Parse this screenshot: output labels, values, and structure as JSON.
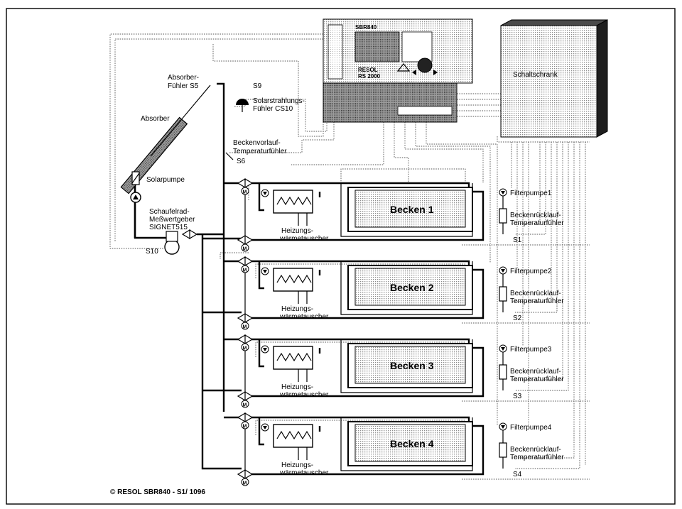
{
  "controller": {
    "model_top": "SBR840",
    "brand": "RESOL",
    "model_bottom": "RS 2000"
  },
  "cabinet_label": "Schaltschrank",
  "solar": {
    "absorber_sensor": [
      "Absorber-",
      "Fühler S5"
    ],
    "absorber": "Absorber",
    "radiation_sensor_id": "S9",
    "radiation_sensor": [
      "Solarstrahlungs-",
      "Fühler CS10"
    ],
    "flow_sensor": [
      "Beckenvorlauf-",
      "Temperaturfühler"
    ],
    "flow_sensor_id": "S6",
    "pump": "Solarpumpe",
    "flowmeter": [
      "Schaufelrad-",
      "Meßwertgeber",
      "SIGNET515"
    ],
    "flowmeter_id": "S10"
  },
  "pools": [
    {
      "label": "Becken 1",
      "pump": "Filterpumpe1",
      "sensor": [
        "Beckenrücklauf-",
        "Temperaturfühler"
      ],
      "sensor_id": "S1",
      "exchanger": [
        "Heizungs-",
        "wärmetauscher"
      ]
    },
    {
      "label": "Becken 2",
      "pump": "Filterpumpe2",
      "sensor": [
        "Beckenrücklauf-",
        "Temperaturfühler"
      ],
      "sensor_id": "S2",
      "exchanger": [
        "Heizungs-",
        "wärmetauscher"
      ]
    },
    {
      "label": "Becken 3",
      "pump": "Filterpumpe3",
      "sensor": [
        "Beckenrücklauf-",
        "Temperaturfühler"
      ],
      "sensor_id": "S3",
      "exchanger": [
        "Heizungs-",
        "wärmetauscher"
      ]
    },
    {
      "label": "Becken 4",
      "pump": "Filterpumpe4",
      "sensor": [
        "Beckenrücklauf-",
        "Temperaturfühler"
      ],
      "sensor_id": "S4",
      "exchanger": [
        "Heizungs-",
        "wärmetauscher"
      ]
    }
  ],
  "valve_symbol": "M",
  "copyright": "© RESOL SBR840 - S1/ 1096"
}
